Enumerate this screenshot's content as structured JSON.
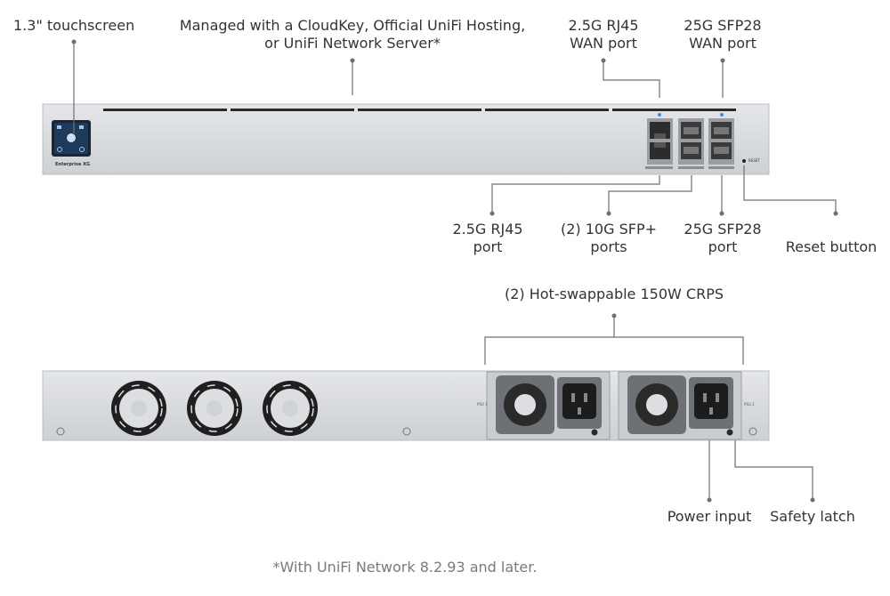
{
  "front_callouts": {
    "touchscreen": "1.3\" touchscreen",
    "managed_line1": "Managed with a CloudKey, Official UniFi Hosting,",
    "managed_line2": "or UniFi Network Server*",
    "wan_rj45_line1": "2.5G RJ45",
    "wan_rj45_line2": "WAN port",
    "wan_sfp28_line1": "25G SFP28",
    "wan_sfp28_line2": "WAN port",
    "rj45_line1": "2.5G RJ45",
    "rj45_line2": "port",
    "sfp_plus_line1": "(2) 10G SFP+",
    "sfp_plus_line2": "ports",
    "sfp28_line1": "25G SFP28",
    "sfp28_line2": "port",
    "reset": "Reset button"
  },
  "rear_callouts": {
    "crps": "(2) Hot-swappable 150W CRPS",
    "power_input": "Power input",
    "safety_latch": "Safety latch"
  },
  "device": {
    "brand_label": "Enterprise XG",
    "reset_label": "RESET",
    "psu1_label": "PSU 1",
    "psu2_label": "PSU 2"
  },
  "footnote": "*With UniFi Network 8.2.93 and later."
}
